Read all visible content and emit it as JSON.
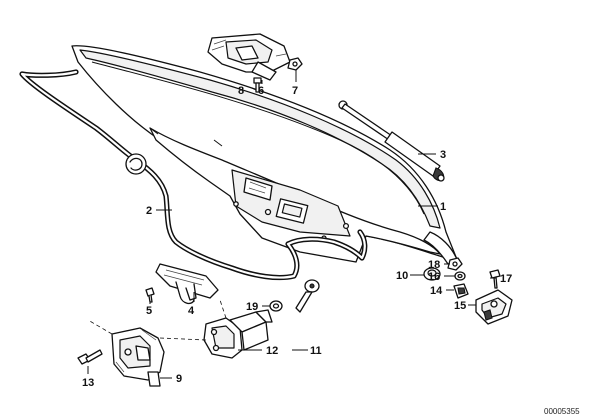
{
  "callouts": {
    "c1": "1",
    "c2": "2",
    "c3": "3",
    "c4": "4",
    "c5": "5",
    "c6": "6",
    "c7": "7",
    "c8": "8",
    "c9": "9",
    "c10": "10",
    "c11": "11",
    "c12": "12",
    "c13": "13",
    "c14": "14",
    "c15": "15",
    "c16": "16",
    "c17": "17",
    "c18": "18",
    "c19": "19"
  },
  "diagram_code": "00005355",
  "colors": {
    "line": "#111111",
    "background": "#ffffff"
  }
}
